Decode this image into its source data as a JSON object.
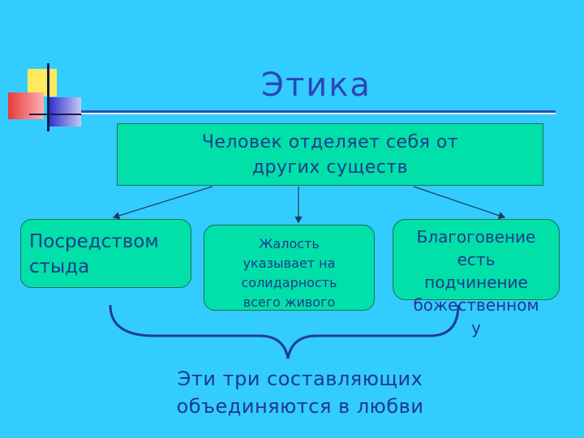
{
  "title": "Этика",
  "main_box": {
    "line1": "Человек отделяет себя от",
    "line2": "других существ"
  },
  "boxes": [
    {
      "line1": "Посредством",
      "line2": "стыда"
    },
    {
      "line1": "Жалость",
      "line2": "указывает на",
      "line3": "солидарность",
      "line4": "всего живого"
    },
    {
      "line1": "Благоговение",
      "line2": "есть",
      "line3": "подчинение",
      "line4": "божественном",
      "line5": "у"
    }
  ],
  "conclusion": {
    "line1": "Эти три составляющих",
    "line2": "объединяются в любви"
  },
  "colors": {
    "background": "#33CCFF",
    "box_fill": "#00E0A8",
    "text": "#1E3A8A",
    "title": "#2B46B8",
    "brace": "#1F3C96"
  }
}
